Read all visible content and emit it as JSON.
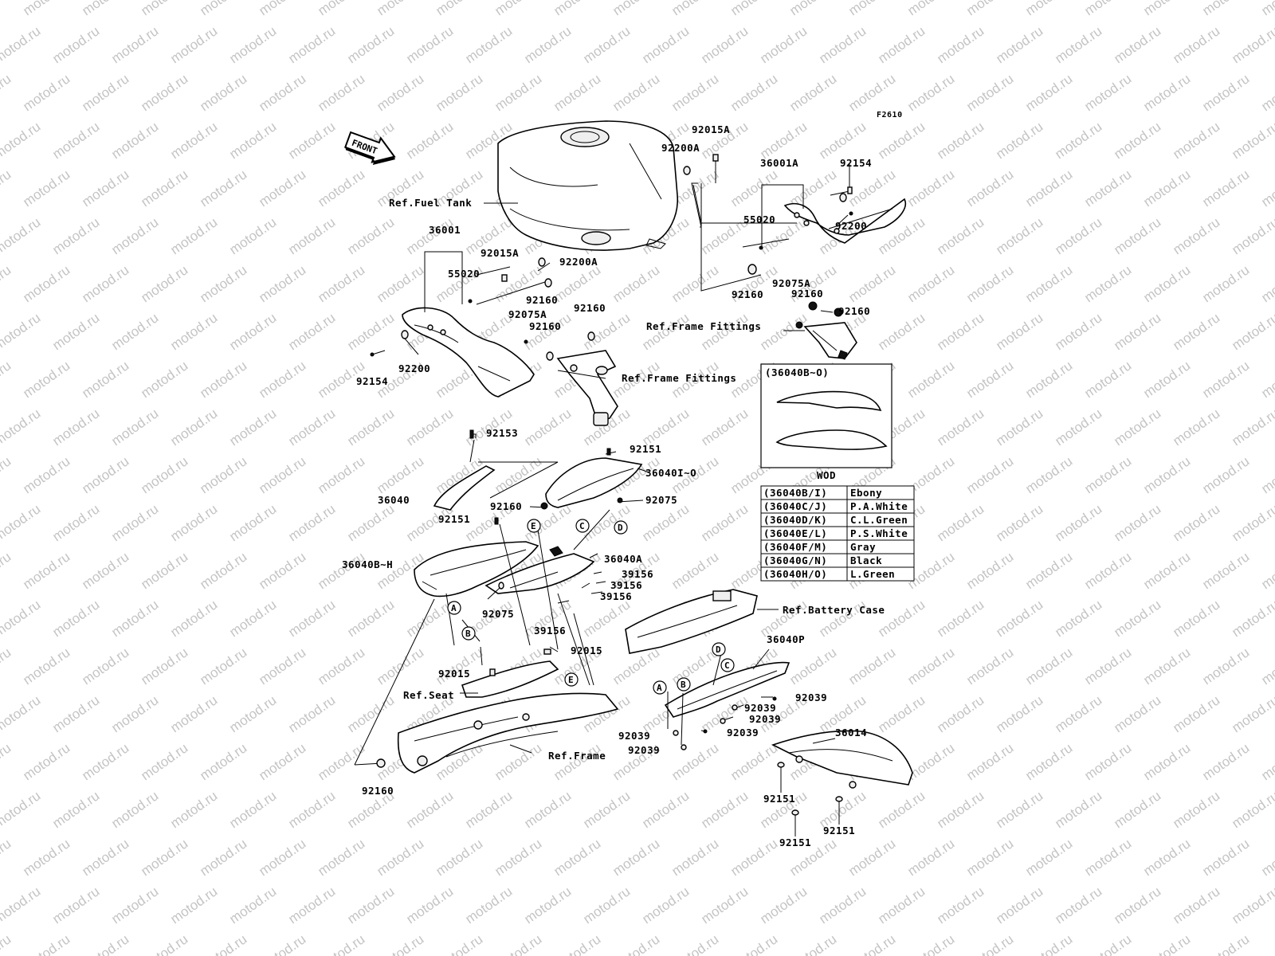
{
  "figure_code": "F2610",
  "watermark": "motod.ru",
  "front_arrow": "FRONT",
  "references": {
    "fuel_tank": "Ref.Fuel Tank",
    "frame_fittings_right": "Ref.Frame Fittings",
    "frame_fittings_left": "Ref.Frame Fittings",
    "battery_case": "Ref.Battery Case",
    "seat": "Ref.Seat",
    "frame": "Ref.Frame"
  },
  "parts": {
    "p92015A_top": "92015A",
    "p92200A_top": "92200A",
    "p36001A": "36001A",
    "p92154_right": "92154",
    "p55020_right": "55020",
    "p92200_right": "92200",
    "p92160_r1": "92160",
    "p92075A_right": "92075A",
    "p92160_r2": "92160",
    "p92160_r3": "92160",
    "p36001": "36001",
    "p92015A_left": "92015A",
    "p92200A_left": "92200A",
    "p55020_left": "55020",
    "p92160_l1": "92160",
    "p92075A_left": "92075A",
    "p92160_l2": "92160",
    "p92160_l3": "92160",
    "p92200_left": "92200",
    "p92154_left": "92154",
    "p92153": "92153",
    "p92151_a": "92151",
    "p36040I_O": "36040I~O",
    "p36040": "36040",
    "p92160_mid": "92160",
    "p92075_mid": "92075",
    "p92151_b": "92151",
    "p36040B_H": "36040B~H",
    "p36040A": "36040A",
    "p39156_a": "39156",
    "p39156_b": "39156",
    "p39156_c": "39156",
    "p92075_low": "92075",
    "p39156_d": "39156",
    "p92015_a": "92015",
    "p92015_b": "92015",
    "p36040P": "36040P",
    "p92039_a": "92039",
    "p92039_b": "92039",
    "p92039_c": "92039",
    "p92039_d": "92039",
    "p92039_e": "92039",
    "p92039_f": "92039",
    "p92160_bottom": "92160",
    "p36014": "36014",
    "p92151_c": "92151",
    "p92151_d": "92151",
    "p92151_e": "92151"
  },
  "callouts": [
    "A",
    "B",
    "C",
    "D",
    "E"
  ],
  "inset": {
    "title": "(36040B~O)",
    "caption": "WOD"
  },
  "color_table": [
    {
      "code": "(36040B/I)",
      "color": "Ebony"
    },
    {
      "code": "(36040C/J)",
      "color": "P.A.White"
    },
    {
      "code": "(36040D/K)",
      "color": "C.L.Green"
    },
    {
      "code": "(36040E/L)",
      "color": "P.S.White"
    },
    {
      "code": "(36040F/M)",
      "color": "Gray"
    },
    {
      "code": "(36040G/N)",
      "color": "Black"
    },
    {
      "code": "(36040H/O)",
      "color": "L.Green"
    }
  ],
  "colors": {
    "ink": "#000000",
    "watermark": "#c4c4c4",
    "background": "#ffffff"
  }
}
